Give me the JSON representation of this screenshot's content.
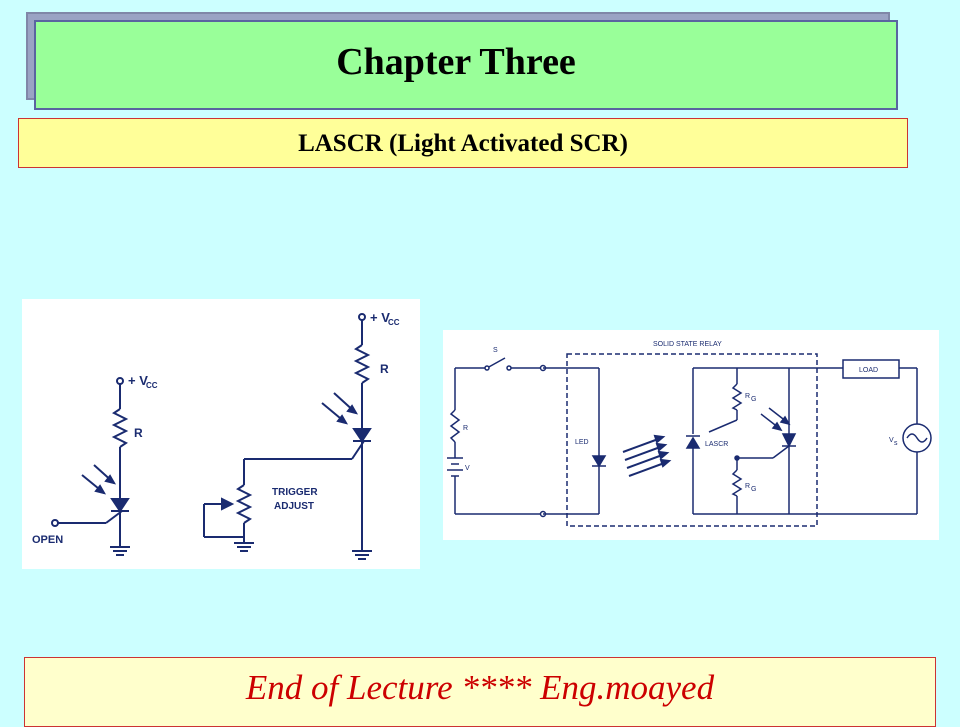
{
  "title": "Chapter Three",
  "subtitle": "LASCR (Light Activated SCR)",
  "footer": "End of Lecture  ****  Eng.moayed",
  "colors": {
    "background": "#ccffff",
    "title_box": "#99ff99",
    "subtitle_box": "#ffff99",
    "footer_box": "#ffffcc",
    "footer_text": "#cc0000",
    "circuit_ink": "#1a2b70"
  },
  "diagram_left": {
    "vcc_left": "+ V",
    "vcc_left_sub": "CC",
    "r_left": "R",
    "open_label": "OPEN",
    "vcc_right": "+ V",
    "vcc_right_sub": "CC",
    "r_right": "R",
    "trigger_label_1": "TRIGGER",
    "trigger_label_2": "ADJUST"
  },
  "diagram_right": {
    "relay_label": "SOLID STATE RELAY",
    "switch_label": "S",
    "r_label": "R",
    "v_label": "V",
    "led_label": "LED",
    "lascr_label": "LASCR",
    "rg_top": "R",
    "rg_top_sub": "G",
    "rg_bottom": "R",
    "rg_bottom_sub": "G",
    "load_label": "LOAD",
    "vs_label": "V",
    "vs_sub": "s"
  }
}
